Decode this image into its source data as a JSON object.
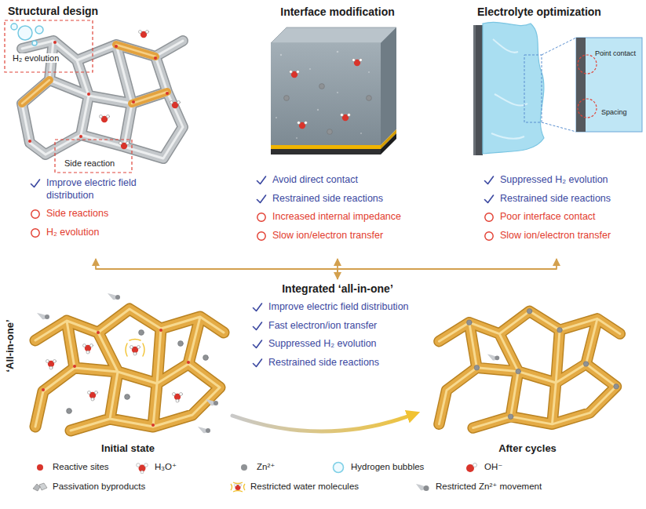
{
  "diagram": {
    "nodes": [
      {
        "text": [
          "Structural design",
          "Improve electric field distribution",
          "Side reactions",
          "H₂ evolution"
        ]
      },
      {
        "text": [
          "Interface modification",
          "Avoid direct contact",
          "Restrained side reactions",
          "Increased internal impedance",
          "Slow ion/electron transfer"
        ]
      },
      {
        "text": [
          "Electrolyte optimization",
          "Suppressed H₂ evolution",
          "Restrained side reactions",
          "Poor interface contact",
          "Slow ion/electron transfer"
        ]
      },
      {
        "text": [
          "Integrated ‘all-in-one’",
          "Improve electric field distribution",
          "Fast electron/ion transfer",
          "Suppressed H₂ evolution",
          "Restrained side reactions"
        ]
      }
    ],
    "edges": [
      {
        "from": 3,
        "to": 0,
        "arrow": "to"
      },
      {
        "from": 3,
        "to": 1,
        "arrow": "both"
      },
      {
        "from": 3,
        "to": 2,
        "arrow": "to"
      }
    ],
    "labels": [
      "H₂ evolution",
      "Side reaction",
      "Point contact",
      "Spacing",
      "‘All-in-one’",
      "Initial state",
      "After cycles"
    ],
    "legend": [
      {
        "text": "Reactive sites",
        "color": "#d9342b"
      },
      {
        "text": "H₃O⁺"
      },
      {
        "text": "Zn²⁺",
        "color": "#8f9295"
      },
      {
        "text": "Hydrogen bubbles"
      },
      {
        "text": "OH⁻"
      },
      {
        "text": "Passivation byproducts"
      },
      {
        "text": "Restricted water molecules"
      },
      {
        "text": "Restricted Zn²⁺ movement"
      }
    ]
  }
}
